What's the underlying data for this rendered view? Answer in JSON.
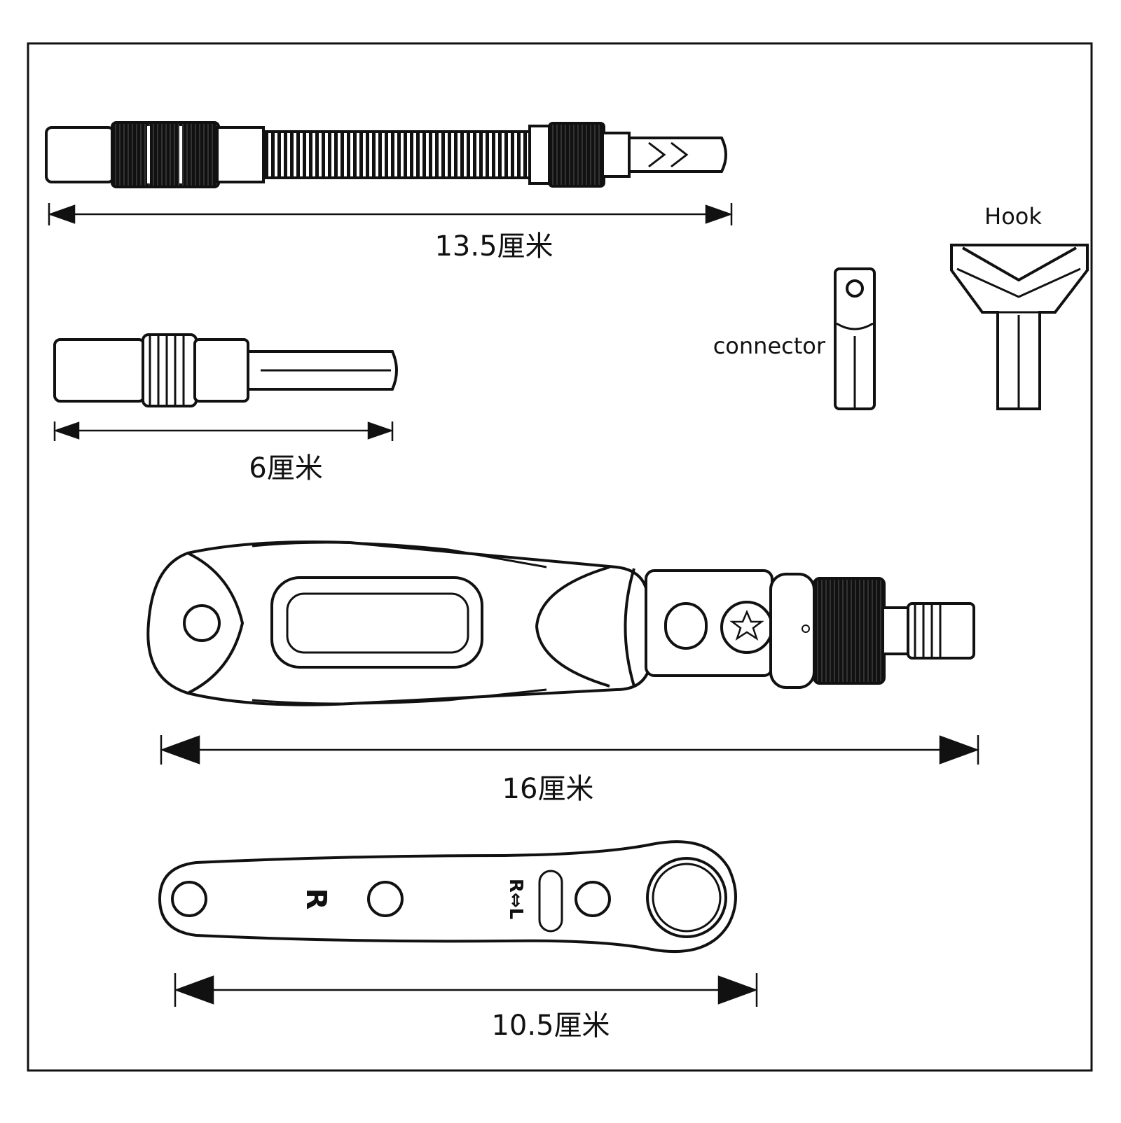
{
  "labels": {
    "flex_shaft_length": "13.5厘米",
    "extension_bar_length": "6厘米",
    "ratchet_handle_length": "16厘米",
    "ratchet_wrench_length": "10.5厘米",
    "connector": "connector",
    "hook": "Hook",
    "wrench_right_mark": "R",
    "wrench_switch_mark": "R⇔L"
  },
  "colors": {
    "ink": "#111111",
    "paper": "#ffffff"
  }
}
